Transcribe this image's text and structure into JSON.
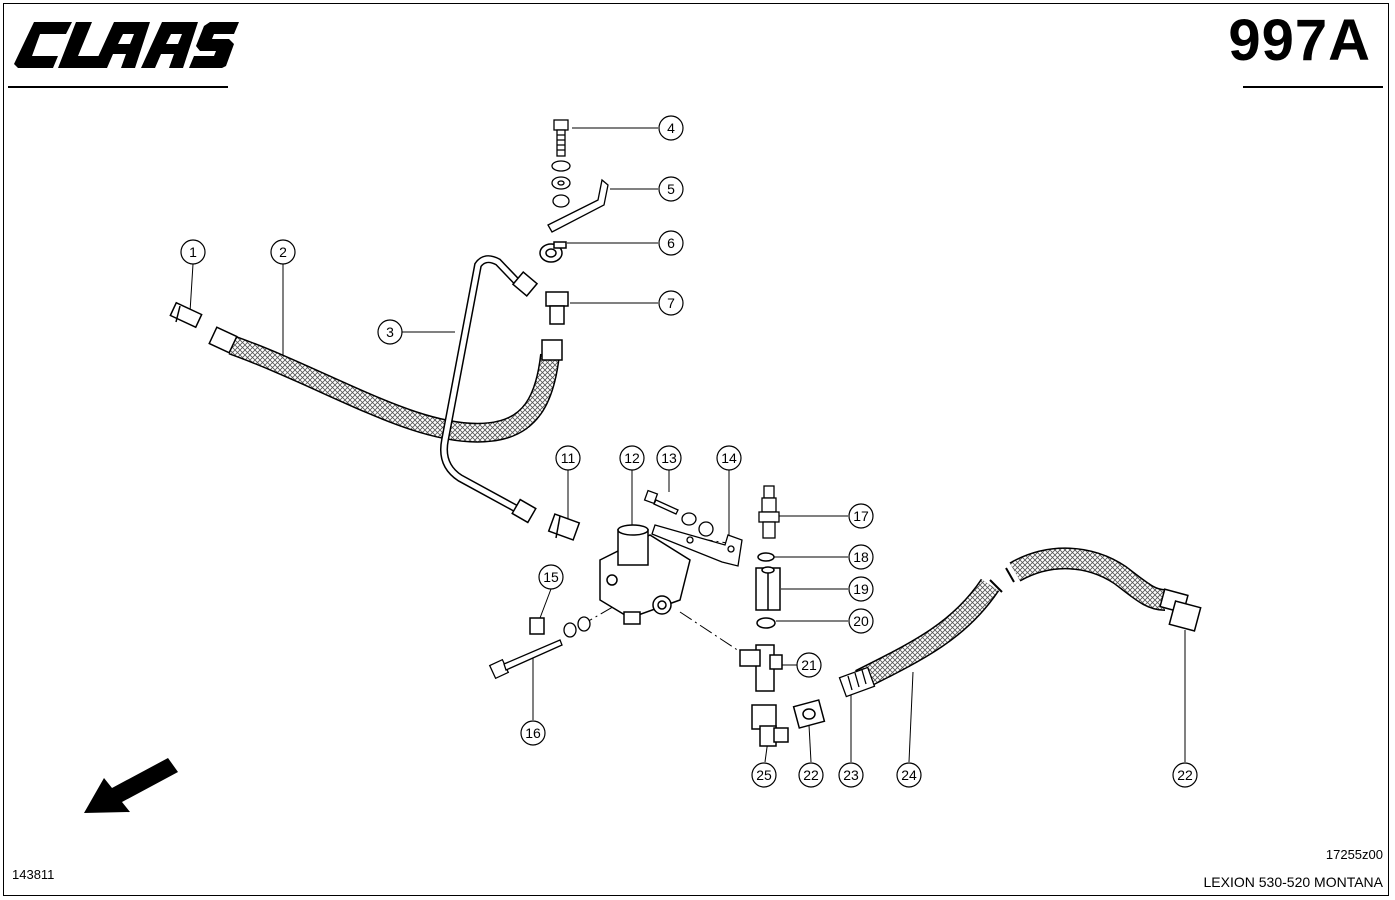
{
  "header": {
    "brand": "CLAAS",
    "sheet_number": "997A"
  },
  "footer": {
    "drawing_id": "143811",
    "drawing_code": "17255z00",
    "model": "LEXION 530-520 MONTANA"
  },
  "callouts": [
    "1",
    "2",
    "3",
    "4",
    "5",
    "6",
    "7",
    "11",
    "12",
    "13",
    "14",
    "15",
    "16",
    "17",
    "18",
    "19",
    "20",
    "21",
    "22",
    "23",
    "24",
    "25",
    "22"
  ]
}
